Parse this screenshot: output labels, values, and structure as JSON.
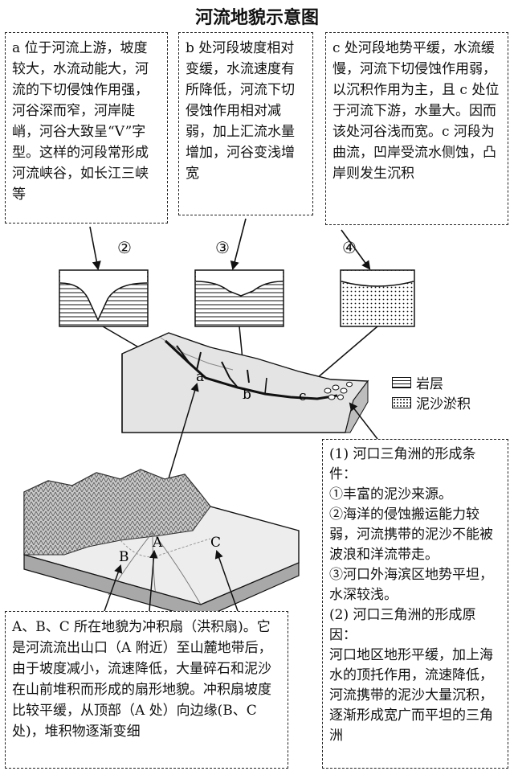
{
  "title": "河流地貌示意图",
  "box_a": {
    "text": "a 位于河流上游，坡度较大，水流动能大，河流的下切侵蚀作用强，河谷深而窄，河岸陡峭，河谷大致呈“V”字型。这样的河段常形成河流峡谷，如长江三峡等"
  },
  "box_b": {
    "text": "b 处河段坡度相对变缓，水流速度有所降低，河流下切侵蚀作用相对减弱，加上汇流水量增加，河谷变浅增宽"
  },
  "box_c": {
    "text": "c 处河段地势平缓，水流缓慢，河流下切侵蚀作用弱，以沉积作用为主，且 c 处位于河流下游，水量大。因而该处河谷浅而宽。c 河段为曲流，凹岸受流水侧蚀，凸岸则发生沉积"
  },
  "markers": [
    "②",
    "③",
    "④"
  ],
  "map_labels": {
    "a": "a",
    "b": "b",
    "c": "c",
    "A": "A",
    "B": "B",
    "C": "C"
  },
  "legend": {
    "rock": "岩层",
    "silt": "泥沙淤积"
  },
  "delta": {
    "lines": [
      "(1) 河口三角洲的形成条件：",
      "①丰富的泥沙来源。",
      "②海洋的侵蚀搬运能力较弱，河流携带的泥沙不能被波浪和洋流带走。",
      "③河口外海滨区地势平坦，水深较浅。",
      "(2) 河口三角洲的形成原因：",
      "河口地区地形平缓，加上海水的顶托作用，流速降低，河流携带的泥沙大量沉积，逐渐形成宽广而平坦的三角洲"
    ]
  },
  "fan": {
    "text": "A、B、C 所在地貌为冲积扇（洪积扇)。它是河流流出山口（A 附近）至山麓地带后，由于坡度减小，流速降低，大量碎石和泥沙在山前堆积而形成的扇形地貌。冲积扇坡度比较平缓，从顶部（A 处）向边缘(B、C处)，堆积物逐渐变细"
  }
}
